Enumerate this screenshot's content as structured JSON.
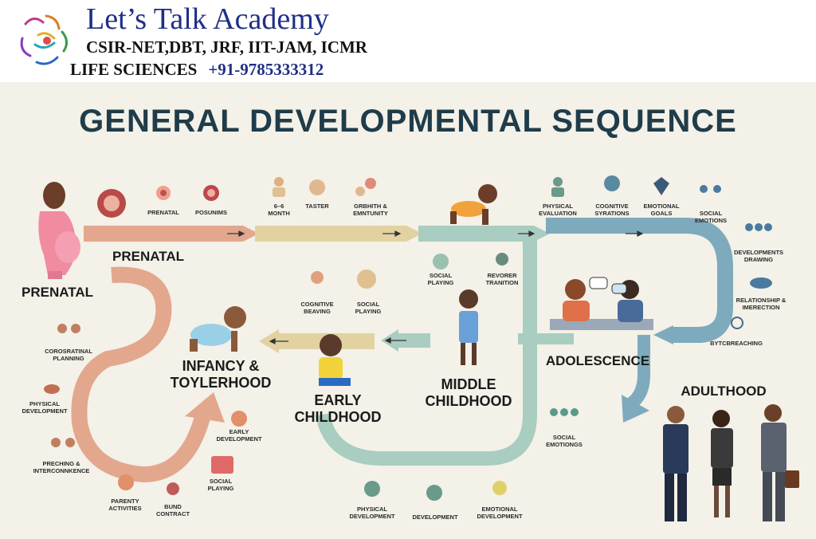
{
  "header": {
    "brand_title": "Let’s Talk Academy",
    "brand_subtitle": "CSIR-NET,DBT, JRF, IIT-JAM, ICMR",
    "brand_line3": "LIFE SCIENCES",
    "phone": "+91-9785333312"
  },
  "title": "GENERAL DEVELOPMENTAL SEQUENCE",
  "stages": {
    "prenatal_band": "PRENATAL",
    "prenatal_left": "PRENATAL",
    "infancy_line1": "INFANCY &",
    "infancy_line2": "TOYLERHOOD",
    "early_line1": "EARLY",
    "early_line2": "CHILDHOOD",
    "middle_line1": "MIDDLE",
    "middle_line2": "CHILDHOOD",
    "adolescence": "ADOLESCENCE",
    "adulthood": "ADULTHOOD"
  },
  "labels": {
    "prenatal": "PRENATAL",
    "posunims": "POSUNIMS",
    "month_6_6_l1": "6–6",
    "month_6_6_l2": "MONTH",
    "taster": "TASTER",
    "grbhith_l1": "GRBHITH &",
    "grbhith_l2": "EMNTUNITY",
    "social_playing_mid_l1": "SOCIAL",
    "social_playing_mid_l2": "PLAYING",
    "revorer_l1": "REVORER",
    "revorer_l2": "TRANITION",
    "physical_evaluation_l1": "PHYSICAL",
    "physical_evaluation_l2": "EVALUATION",
    "cognitive_syrations_l1": "COGNITIVE",
    "cognitive_syrations_l2": "SYRATIONS",
    "emotional_goals_l1": "EMOTIONAL",
    "emotional_goals_l2": "GOALS",
    "social_emotions_l1": "SOCIAL",
    "social_emotions_l2": "EMOTIONS",
    "developments_drawing_l1": "DEVELOPMENTS",
    "developments_drawing_l2": "DRAWING",
    "relationship_l1": "RELATIONSHIP &",
    "relationship_l2": "IMERECTION",
    "bytcbreaching": "BYTCBREACHING",
    "cognitive_beaving_l1": "COGNITIVE",
    "cognitive_beaving_l2": "BEAVING",
    "social_playing_top_l1": "SOCIAL",
    "social_playing_top_l2": "PLAYING",
    "corosratinal_l1": "COROSRATINAL",
    "corosratinal_l2": "PLANNING",
    "physical_development_left_l1": "PHYSICAL",
    "physical_development_left_l2": "DEVELOPMENT",
    "preching_l1": "PRECHING &",
    "preching_l2": "INTERCONNKENCE",
    "parenty_l1": "PARENTY",
    "parenty_l2": "ACTIVITIES",
    "bund_l1": "BUND",
    "bund_l2": "CONTRACT",
    "early_development_l1": "EARLY",
    "early_development_l2": "DEVELOPMENT",
    "social_playing_low_l1": "SOCIAL",
    "social_playing_low_l2": "PLAYING",
    "physical_development_bottom_l1": "PHYSICAL",
    "physical_development_bottom_l2": "DEVELOPMENT",
    "development_bottom": "DEVELOPMENT",
    "emotional_development_l1": "EMOTIONAL",
    "emotional_development_l2": "DEVELOPMENT",
    "social_emotiongs_l1": "SOCIAL",
    "social_emotiongs_l2": "EMOTIONGS"
  },
  "colors": {
    "prenatal_band": "#e3a78d",
    "infancy_band": "#e2d2a2",
    "childhood_band": "#a9cdc0",
    "adolescence_band": "#7eaabd",
    "title": "#1f3c4a",
    "brand": "#1f2f86"
  },
  "icons": [
    "embryo-icon",
    "baby-icon",
    "head-speech-icon",
    "hearts-icon",
    "brain-icon",
    "people-icon",
    "diamond-icon",
    "heart-icon",
    "lightbulb-icon",
    "handshake-icon",
    "gender-icon",
    "eye-icon"
  ]
}
